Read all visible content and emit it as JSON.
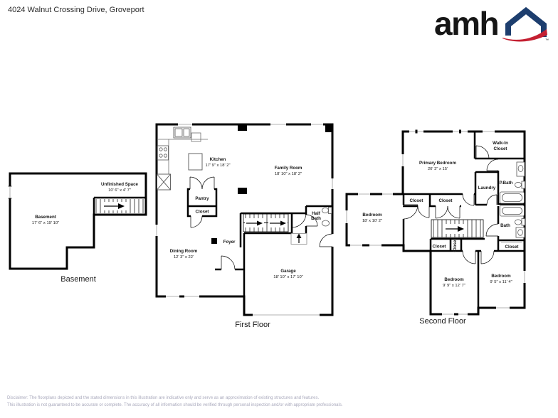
{
  "header": {
    "address": "4024 Walnut Crossing Drive, Groveport",
    "logo": {
      "text": "amh",
      "brand_blue": "#1d3e6e",
      "brand_red": "#c42032",
      "tm": "™"
    }
  },
  "floors": [
    {
      "label": "Basement",
      "rooms": {
        "basement": {
          "name": "Basement",
          "dims": "17' 6\" x 19' 10\""
        },
        "unfinished": {
          "name": "Unfinished Space",
          "dims": "10' 6\" x 4' 7\""
        }
      }
    },
    {
      "label": "First Floor",
      "rooms": {
        "kitchen": {
          "name": "Kitchen",
          "dims": "17' 9\" x 18' 2\""
        },
        "family": {
          "name": "Family Room",
          "dims": "18' 10\" x 18' 2\""
        },
        "pantry": {
          "name": "Pantry"
        },
        "closet": {
          "name": "Closet"
        },
        "dining": {
          "name": "Dining Room",
          "dims": "12' 3\" x 22'"
        },
        "foyer": {
          "name": "Foyer"
        },
        "half_bath": {
          "line1": "Half",
          "line2": "Bath"
        },
        "garage": {
          "name": "Garage",
          "dims": "18' 10\" x 17' 10\""
        }
      }
    },
    {
      "label": "Second Floor",
      "rooms": {
        "primary": {
          "name": "Primary Bedroom",
          "dims": "20' 3\" x 15'"
        },
        "walkin": {
          "line1": "Walk-In",
          "line2": "Closet"
        },
        "pbath": {
          "name": "P.Bath"
        },
        "laundry": {
          "name": "Laundry"
        },
        "bath": {
          "name": "Bath"
        },
        "bedroom_left": {
          "name": "Bedroom",
          "dims": "18' x 10' 2\""
        },
        "bedroom_mid": {
          "name": "Bedroom",
          "dims": "9' 9\" x 12' 7\""
        },
        "bedroom_right": {
          "name": "Bedroom",
          "dims": "9' 5\" x 11' 4\""
        },
        "closet1": {
          "name": "Closet"
        },
        "closet2": {
          "name": "Closet"
        },
        "closet3": {
          "name": "Closet"
        },
        "closet4": {
          "name": "Closet"
        },
        "closet5": {
          "name": "Closet"
        }
      }
    }
  ],
  "disclaimer": {
    "line1": "Disclaimer: The floorplans depicted and the stated dimensions in this illustration are indicative only and serve as an approximation of existing structures and features.",
    "line2": "This illustration is not guaranteed to be accurate or complete. The accuracy of all information should be verified through personal inspection and/or with appropriate professionals."
  }
}
